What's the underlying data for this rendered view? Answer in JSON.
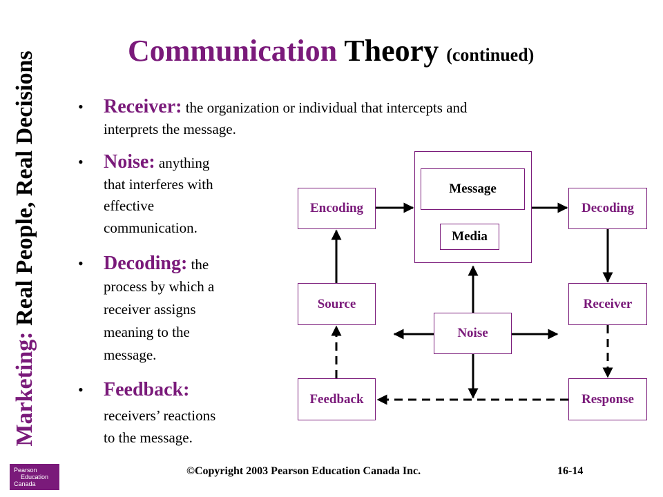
{
  "side_title": {
    "accent": "Marketing:",
    "rest": " Real People, Real Decisions"
  },
  "title": {
    "accent": "Communication",
    "main": " Theory ",
    "small": "(continued)"
  },
  "bullets": {
    "receiver": {
      "term": "Receiver:",
      "line1": " the organization or individual that intercepts and",
      "line2": "interprets the message."
    },
    "noise": {
      "term": "Noise:",
      "line1": " anything",
      "line2": "that interferes with",
      "line3": "effective",
      "line4": "communication."
    },
    "decoding": {
      "term": "Decoding:",
      "line1": " the",
      "line2": "process by which a",
      "line3": "receiver assigns",
      "line4": "meaning to the",
      "line5": "message."
    },
    "feedback": {
      "term": "Feedback:",
      "line2": "receivers’ reactions",
      "line3": "to the message."
    }
  },
  "diagram": {
    "encoding": "Encoding",
    "message": "Message",
    "media": "Media",
    "decoding": "Decoding",
    "source": "Source",
    "receiver": "Receiver",
    "noise": "Noise",
    "feedback": "Feedback",
    "response": "Response"
  },
  "footer": {
    "copyright": "©Copyright 2003 Pearson Education Canada Inc.",
    "page": "16-14"
  },
  "logo": {
    "line1": "Pearson",
    "line2": "Education",
    "line3": "Canada"
  },
  "colors": {
    "accent": "#7a1a7a"
  }
}
